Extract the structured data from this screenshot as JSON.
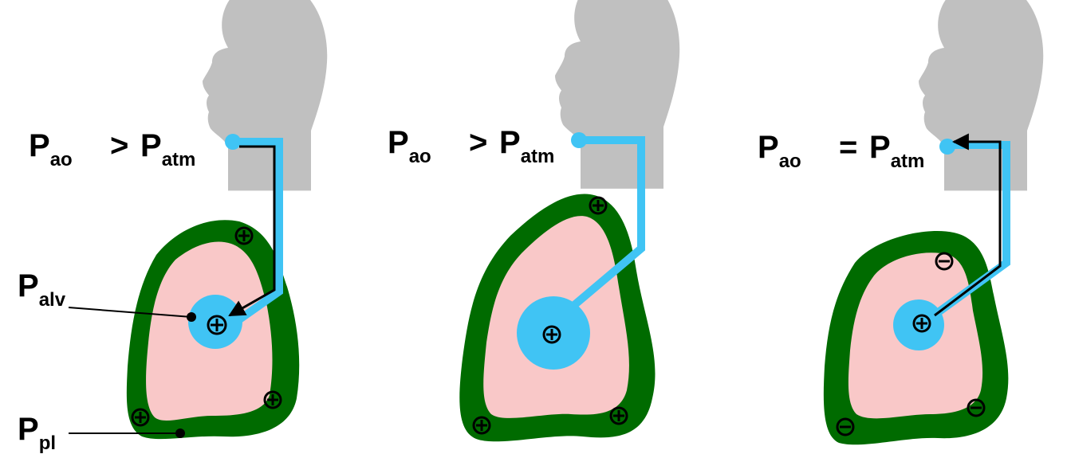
{
  "colors": {
    "head": "#c0c0c0",
    "pleura": "#006b00",
    "lung": "#f9c8c8",
    "airway": "#40c4f4",
    "marker": "#000000"
  },
  "panels": [
    {
      "id": "left",
      "pao": "P",
      "pao_sub": "ao",
      "relation": ">",
      "patm": "P",
      "patm_sub": "atm",
      "palv": "P",
      "palv_sub": "alv",
      "ppl": "P",
      "ppl_sub": "pl",
      "flow": "inward",
      "alveolus_sign": "+",
      "pleural_signs": [
        "+",
        "+",
        "+"
      ]
    },
    {
      "id": "middle",
      "pao": "P",
      "pao_sub": "ao",
      "relation": ">",
      "patm": "P",
      "patm_sub": "atm",
      "flow": "none",
      "alveolus_sign": "+",
      "pleural_signs": [
        "+",
        "+",
        "+"
      ]
    },
    {
      "id": "right",
      "pao": "P",
      "pao_sub": "ao",
      "relation": "=",
      "patm": "P",
      "patm_sub": "atm",
      "flow": "outward",
      "alveolus_sign": "+",
      "pleural_signs": [
        "−",
        "−",
        "−"
      ]
    }
  ]
}
